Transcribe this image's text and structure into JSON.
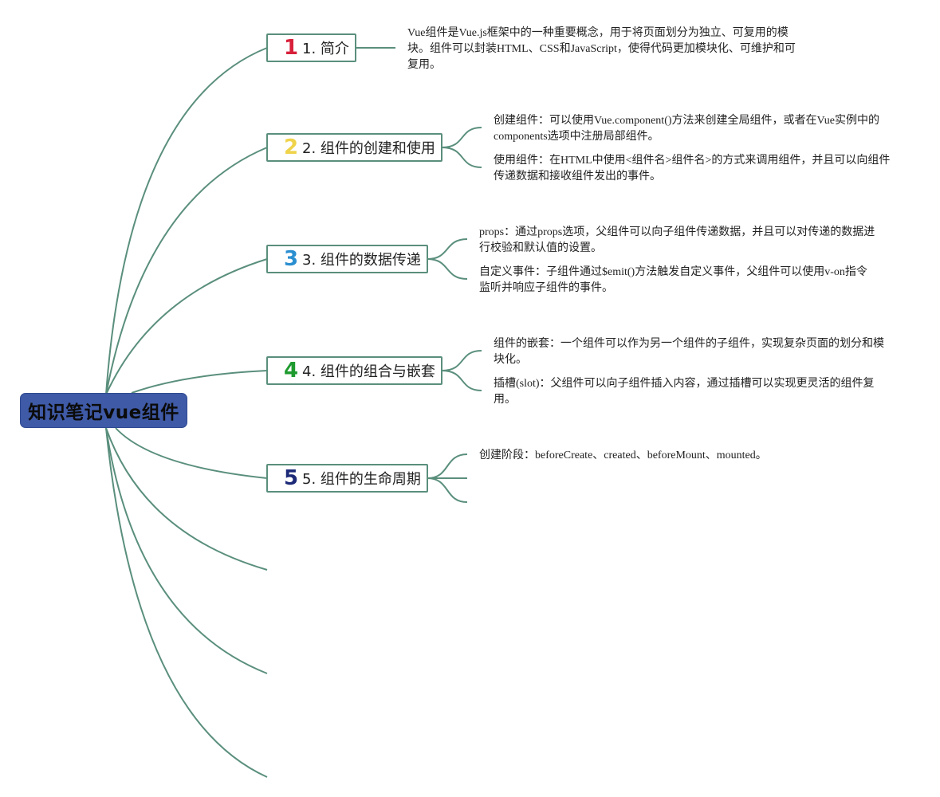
{
  "root": {
    "label": "知识笔记vue组件"
  },
  "branches": [
    {
      "num": "1",
      "num_color": "#d8203a",
      "label": "1. 简介",
      "notes": [
        "Vue组件是Vue.js框架中的一种重要概念，用于将页面划分为独立、可复用的模块。组件可以封装HTML、CSS和JavaScript，使得代码更加模块化、可维护和可复用。"
      ]
    },
    {
      "num": "2",
      "num_color": "#efd34a",
      "label": "2. 组件的创建和使用",
      "notes": [
        "创建组件：可以使用Vue.component()方法来创建全局组件，或者在Vue实例中的components选项中注册局部组件。",
        "使用组件：在HTML中使用<组件名>组件名>的方式来调用组件，并且可以向组件传递数据和接收组件发出的事件。"
      ]
    },
    {
      "num": "3",
      "num_color": "#2a8fd0",
      "label": "3. 组件的数据传递",
      "notes": [
        "props：通过props选项，父组件可以向子组件传递数据，并且可以对传递的数据进行校验和默认值的设置。",
        "自定义事件：子组件通过$emit()方法触发自定义事件，父组件可以使用v-on指令监听并响应子组件的事件。"
      ]
    },
    {
      "num": "4",
      "num_color": "#1e9a2e",
      "label": "4. 组件的组合与嵌套",
      "notes": [
        "组件的嵌套：一个组件可以作为另一个组件的子组件，实现复杂页面的划分和模块化。",
        "插槽(slot)：父组件可以向子组件插入内容，通过插槽可以实现更灵活的组件复用。"
      ]
    },
    {
      "num": "5",
      "num_color": "#1c2a78",
      "label": "5. 组件的生命周期",
      "notes": [
        "创建阶段：beforeCreate、created、beforeMount、mounted。"
      ]
    }
  ],
  "colors": {
    "link": "#5a8f7c",
    "root_fill": "#3f5aa6"
  }
}
